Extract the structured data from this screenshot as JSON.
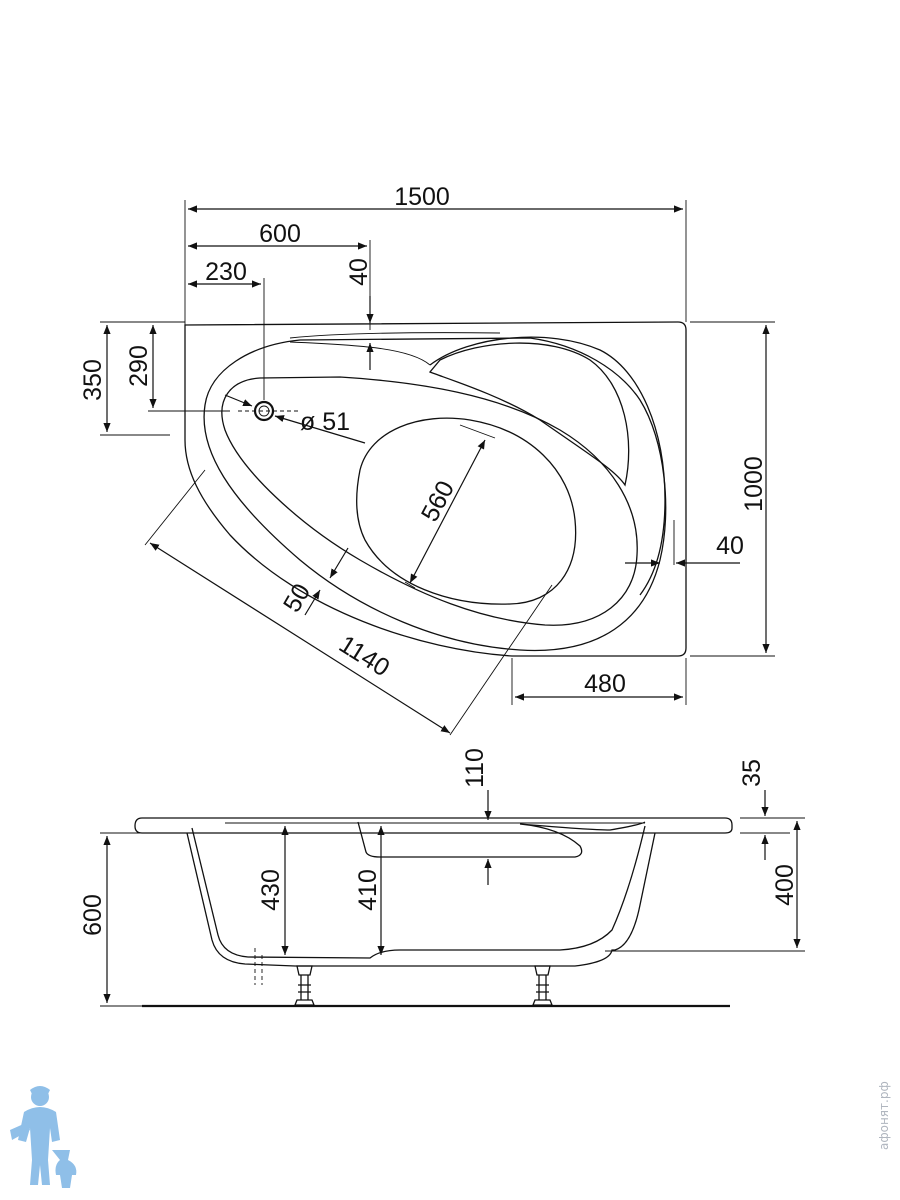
{
  "top_view": {
    "overall_length": "1500",
    "drain_offset_600": "600",
    "drain_offset_230": "230",
    "rim_40_top": "40",
    "depth_350": "350",
    "depth_290": "290",
    "drain_diameter": "ø 51",
    "inner_width_560": "560",
    "overall_width": "1000",
    "rim_40_right": "40",
    "rim_50": "50",
    "diagonal_1140": "1140",
    "flat_480": "480"
  },
  "side_view": {
    "dim_110": "110",
    "dim_35": "35",
    "total_height": "600",
    "depth_430": "430",
    "depth_410": "410",
    "height_400": "400"
  },
  "watermark": {
    "text": "афонят.рф"
  },
  "colors": {
    "line": "#111111",
    "logo": "#8fbfe8"
  }
}
